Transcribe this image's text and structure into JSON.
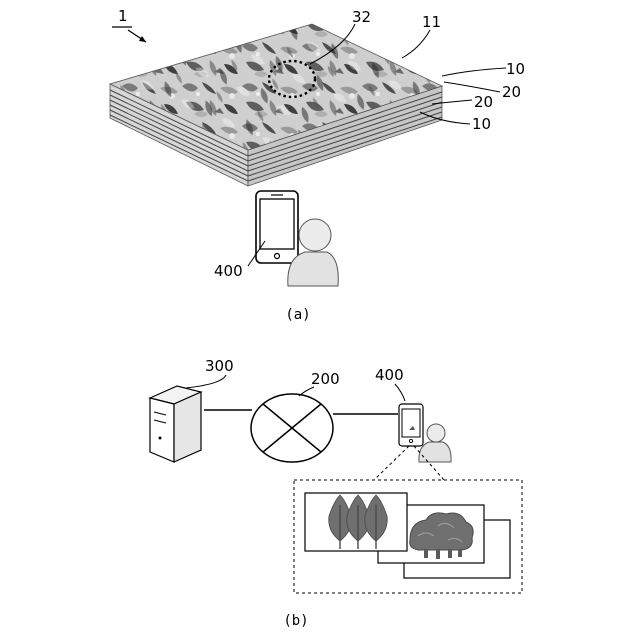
{
  "figure_a": {
    "labels": {
      "device_group": "1",
      "region": "32",
      "surface": "11",
      "layer_top": "10",
      "layer_mid_right": "20",
      "layer_mid_left": "20",
      "layer_bottom": "10",
      "terminal": "400"
    },
    "caption": "(a)"
  },
  "figure_b": {
    "labels": {
      "server": "300",
      "network": "200",
      "terminal": "400"
    },
    "caption": "(b)"
  },
  "colors": {
    "ink": "#000000",
    "tree_fill": "#6f6f6f",
    "tree_dark": "#5a5a5a"
  }
}
